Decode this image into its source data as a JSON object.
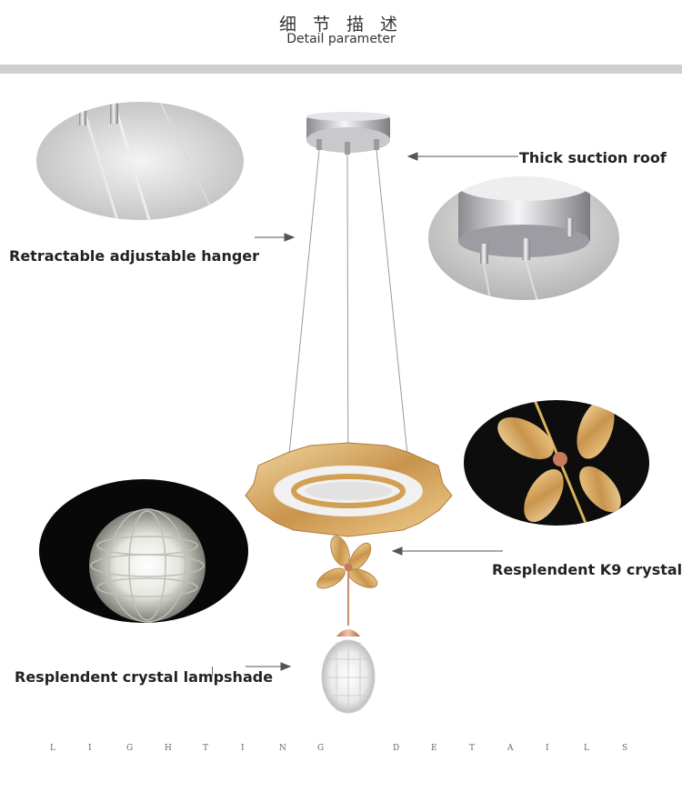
{
  "header": {
    "title_cn": "细 节 描 述",
    "title_en": "Detail parameter"
  },
  "callouts": {
    "roof": "Thick suction roof",
    "hanger": "Retractable adjustable hanger",
    "crystal": "Resplendent K9 crystal",
    "lampshade": "Resplendent crystal lampshade"
  },
  "footer": {
    "letters": [
      "L",
      "I",
      "G",
      "H",
      "T",
      "I",
      "N",
      "G",
      "D",
      "E",
      "T",
      "A",
      "I",
      "L",
      "S"
    ]
  },
  "colors": {
    "divider": "#cfcfcf",
    "arrow": "#555555",
    "amber_crystal": "#d9a85a",
    "chrome": "#c8c8cc"
  }
}
